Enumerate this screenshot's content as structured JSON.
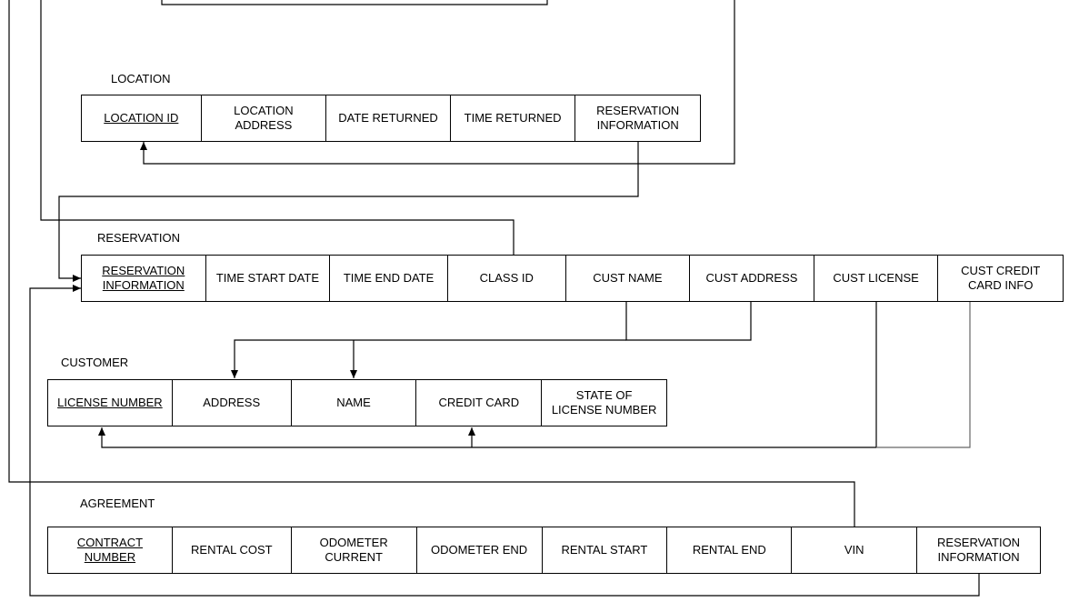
{
  "tables": {
    "location": {
      "title": "LOCATION",
      "columns": [
        {
          "label": "LOCATION ID",
          "key": true
        },
        {
          "label": "LOCATION\nADDRESS",
          "key": false
        },
        {
          "label": "DATE RETURNED",
          "key": false
        },
        {
          "label": "TIME RETURNED",
          "key": false
        },
        {
          "label": "RESERVATION\nINFORMATION",
          "key": false
        }
      ]
    },
    "reservation": {
      "title": "RESERVATION",
      "columns": [
        {
          "label": "RESERVATION\nINFORMATION",
          "key": true
        },
        {
          "label": "TIME START DATE",
          "key": false
        },
        {
          "label": "TIME END DATE",
          "key": false
        },
        {
          "label": "CLASS ID",
          "key": false
        },
        {
          "label": "CUST NAME",
          "key": false
        },
        {
          "label": "CUST ADDRESS",
          "key": false
        },
        {
          "label": "CUST LICENSE",
          "key": false
        },
        {
          "label": "CUST CREDIT\nCARD INFO",
          "key": false
        }
      ]
    },
    "customer": {
      "title": "CUSTOMER",
      "columns": [
        {
          "label": "LICENSE NUMBER",
          "key": true
        },
        {
          "label": "ADDRESS",
          "key": false
        },
        {
          "label": "NAME",
          "key": false
        },
        {
          "label": "CREDIT CARD",
          "key": false
        },
        {
          "label": "STATE OF\nLICENSE NUMBER",
          "key": false
        }
      ]
    },
    "agreement": {
      "title": "AGREEMENT",
      "columns": [
        {
          "label": "CONTRACT\nNUMBER",
          "key": true
        },
        {
          "label": "RENTAL COST",
          "key": false
        },
        {
          "label": "ODOMETER\nCURRENT",
          "key": false
        },
        {
          "label": "ODOMETER END",
          "key": false
        },
        {
          "label": "RENTAL START",
          "key": false
        },
        {
          "label": "RENTAL END",
          "key": false
        },
        {
          "label": "VIN",
          "key": false
        },
        {
          "label": "RESERVATION\nINFORMATION",
          "key": false
        }
      ]
    }
  }
}
